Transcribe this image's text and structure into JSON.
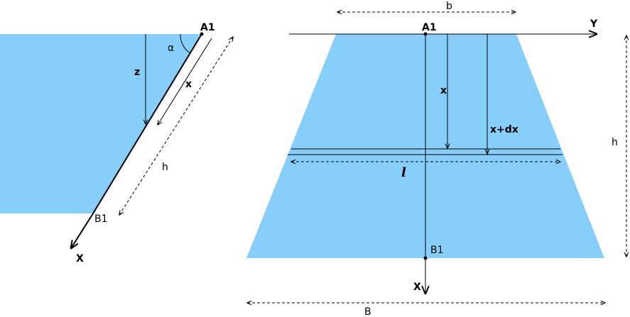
{
  "colors": {
    "water": "#87CEFA",
    "line": "#000000",
    "background": "#FFFFFF"
  },
  "left_figure": {
    "label_top_point": "A1",
    "label_bottom_point": "B1",
    "label_angle": "α",
    "label_depth": "z",
    "label_distance": "x",
    "label_length": "h",
    "label_axis": "X"
  },
  "right_figure": {
    "label_top_point": "A1",
    "label_bottom_point": "B1",
    "label_top_width": "b",
    "label_bottom_width": "B",
    "label_height": "h",
    "label_x": "x",
    "label_x_dx": "x+dx",
    "label_strip_width": "l",
    "label_axis_x": "X",
    "label_axis_y": "Y"
  }
}
